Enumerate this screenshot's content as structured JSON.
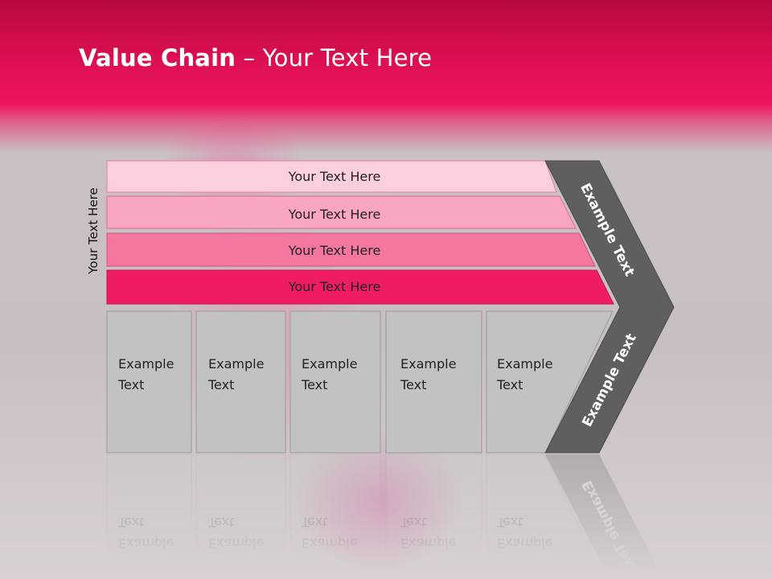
{
  "slide": {
    "title_bold": "Value Chain",
    "title_rest": " – Your Text Here",
    "vertical_label": "Your Text Here"
  },
  "bars": [
    {
      "label": "Your Text Here",
      "color": "#fbcfde"
    },
    {
      "label": "Your Text Here",
      "color": "#f9a6c2"
    },
    {
      "label": "Your Text Here",
      "color": "#f4789e"
    },
    {
      "label": "Your Text Here",
      "color": "#ef1c64"
    }
  ],
  "boxes": [
    {
      "label": "Example Text"
    },
    {
      "label": "Example Text"
    },
    {
      "label": "Example Text"
    },
    {
      "label": "Example Text"
    },
    {
      "label": "Example Text"
    }
  ],
  "chevron": {
    "upper_label": "Example Text",
    "lower_label": "Example Text",
    "color": "#5f5f5f"
  },
  "colors": {
    "header": "#ef1460",
    "box_fill": "#c2c2c2",
    "box_stroke": "#9a9a9a"
  }
}
